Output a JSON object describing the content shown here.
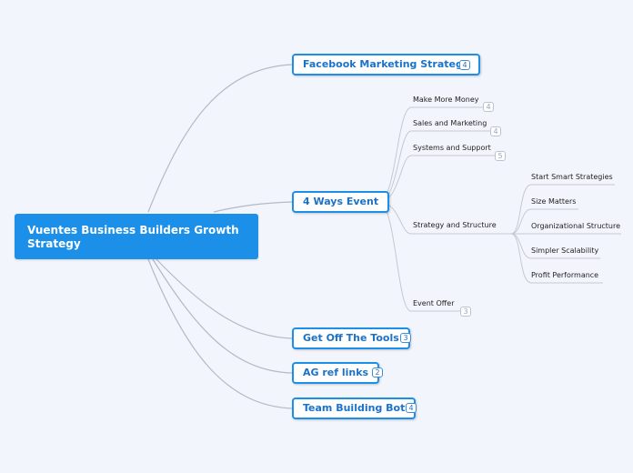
{
  "root": {
    "label": "Vuentes Business Builders Growth Strategy"
  },
  "topics": [
    {
      "label": "Facebook Marketing Strategy",
      "count": "4"
    },
    {
      "label": "4 Ways Event"
    },
    {
      "label": "Get Off The Tools",
      "count": "3"
    },
    {
      "label": "AG ref links",
      "count": "2"
    },
    {
      "label": "Team Building Bot",
      "count": "4"
    }
  ],
  "four_ways_children": [
    {
      "label": "Make More Money",
      "count": "4"
    },
    {
      "label": "Sales and Marketing",
      "count": "4"
    },
    {
      "label": "Systems and Support",
      "count": "5"
    },
    {
      "label": "Strategy and Structure"
    },
    {
      "label": "Event Offer",
      "count": "3"
    }
  ],
  "strategy_children": [
    {
      "label": "Start Smart Strategies"
    },
    {
      "label": "Size Matters"
    },
    {
      "label": "Organizational Structure"
    },
    {
      "label": "Simpler Scalability"
    },
    {
      "label": "Profit Performance"
    }
  ],
  "colors": {
    "background": "#f3f5fd",
    "root_fill": "#1c8fe8",
    "topic_border": "#1c8fe8",
    "topic_text": "#1a72c9",
    "connector": "#b8bdc9"
  }
}
